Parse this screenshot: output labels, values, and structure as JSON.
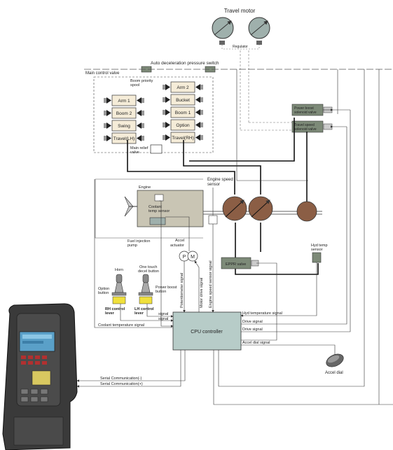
{
  "labels": {
    "travel_motor": "Travel motor",
    "regulator": "Regulator",
    "auto_decel": "Auto deceleration pressure switch",
    "main_control_valve": "Main control valve",
    "boom_priority": "Boom priority",
    "spool": "spool",
    "main_relief": "Main relief",
    "valve": "valve",
    "power_boost_1": "Power boost",
    "power_boost_2": "solenoid valve",
    "travel_speed_1": "Travel speed",
    "travel_speed_2": "solenoid valve",
    "engine_speed_1": "Engine speed",
    "engine_speed_2": "sensor",
    "engine": "Engine",
    "coolant_1": "Coolant",
    "coolant_2": "temp sensor",
    "fuel_1": "Fuel injection",
    "fuel_2": "pump",
    "accel_1": "Accel",
    "accel_2": "actuator",
    "epprv": "EPPR valve",
    "hyd_temp_1": "Hyd temp",
    "hyd_temp_2": "sensor",
    "horn": "Horn",
    "option_1": "Option",
    "option_2": "button",
    "one_touch_1": "One touch",
    "one_touch_2": "decel button",
    "power_btn_1": "Power boost",
    "power_btn_2": "button",
    "rh_lever_1": "RH control",
    "rh_lever_2": "lever",
    "lh_lever_1": "LH control",
    "lh_lever_2": "lever",
    "cpu": "CPU controller",
    "potentiometer": "Potentiometer signal",
    "motor_drive": "Motor drive signal",
    "engine_speed_signal": "Engine speed sensor signal",
    "hyd_temp_signal": "Hyd temperature signal",
    "drive_signal_1": "Drive signal",
    "drive_signal_2": "Drive signal",
    "accel_dial_signal": "Accel dial signal",
    "accel_dial": "Accel dial",
    "coolant_signal": "Coolant temperature signal",
    "signal_1": "signal",
    "signal_2": "signal",
    "serial_1": "Serial Communication(-)",
    "serial_2": "Serial Communication(+)",
    "p": "P",
    "m": "M"
  },
  "valves_left": [
    "Arm 1",
    "Boom 2",
    "Swing",
    "Travel(LH)"
  ],
  "valves_right": [
    "Arm 2",
    "Bucket",
    "Boom 1",
    "Option",
    "Travel(RH)"
  ],
  "colors": {
    "valve_fill": "#f5ecd8",
    "engine_fill": "#c9c5b4",
    "pump_fill": "#8b5e45",
    "motor_fill": "#9fb0ac",
    "solenoid_fill": "#7d8a78",
    "cpu_fill": "#b7ccc8",
    "lever_yellow": "#f0e03c"
  }
}
